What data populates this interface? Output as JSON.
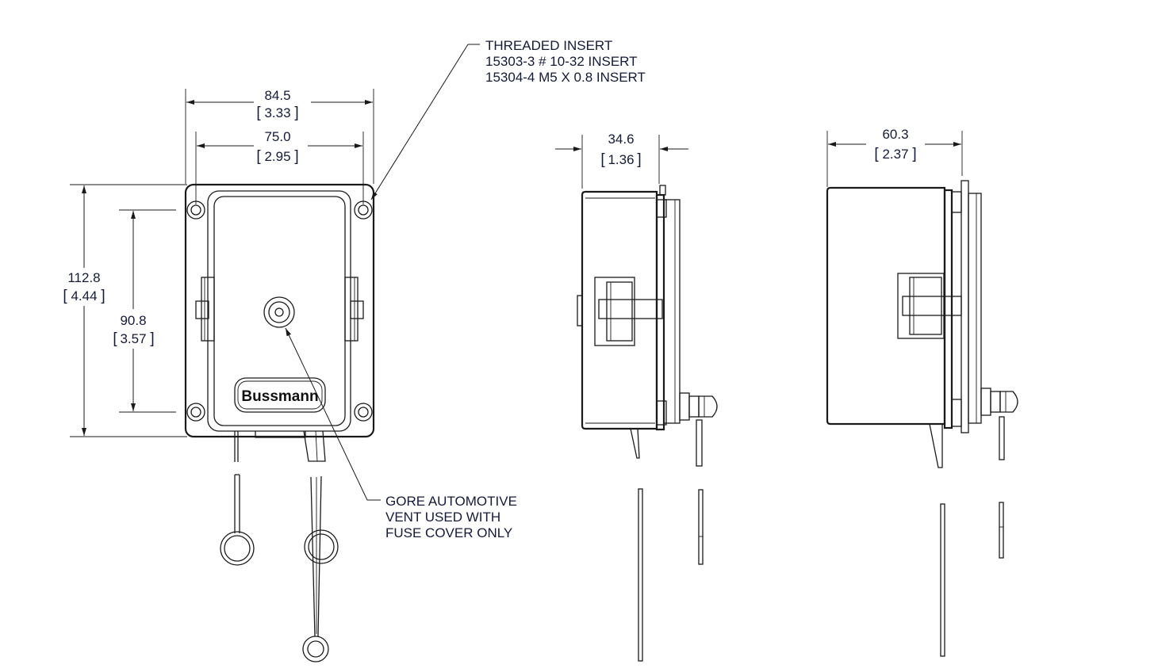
{
  "front_view": {
    "overall_width": {
      "mm": "84.5",
      "in": "3.33"
    },
    "mount_width": {
      "mm": "75.0",
      "in": "2.95"
    },
    "overall_height": {
      "mm": "112.8",
      "in": "4.44"
    },
    "mount_height": {
      "mm": "90.8",
      "in": "3.57"
    },
    "logo": "Bussmann"
  },
  "side_view_short": {
    "depth": {
      "mm": "34.6",
      "in": "1.36"
    }
  },
  "side_view_tall": {
    "depth": {
      "mm": "60.3",
      "in": "2.37"
    }
  },
  "callouts": {
    "threaded_insert": [
      "THREADED INSERT",
      "15303-3 # 10-32 INSERT",
      "15304-4 M5 X 0.8 INSERT"
    ],
    "vent": [
      "GORE AUTOMOTIVE",
      "VENT USED WITH",
      "FUSE COVER ONLY"
    ]
  }
}
